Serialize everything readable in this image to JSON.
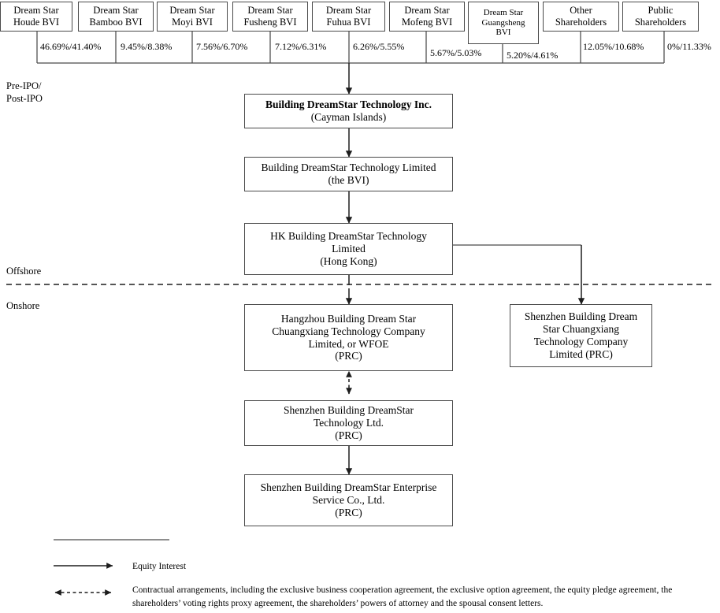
{
  "diagram": {
    "title": "Corporate Structure Chart",
    "side_labels": {
      "pre_post_ipo": "Pre-IPO/\nPost-IPO",
      "pre_post_ipo_line1": "Pre-IPO/",
      "pre_post_ipo_line2": "Post-IPO",
      "offshore": "Offshore",
      "onshore": "Onshore"
    },
    "shareholders": [
      {
        "name": "Dream Star Houde BVI",
        "line1": "Dream Star",
        "line2": "Houde BVI",
        "line3": "",
        "pct": "46.69%/41.40%"
      },
      {
        "name": "Dream Star Bamboo BVI",
        "line1": "Dream Star",
        "line2": "Bamboo BVI",
        "line3": "",
        "pct": "9.45%/8.38%"
      },
      {
        "name": "Dream Star Moyi BVI",
        "line1": "Dream Star",
        "line2": "Moyi BVI",
        "line3": "",
        "pct": "7.56%/6.70%"
      },
      {
        "name": "Dream Star Fusheng BVI",
        "line1": "Dream Star",
        "line2": "Fusheng BVI",
        "line3": "",
        "pct": "7.12%/6.31%"
      },
      {
        "name": "Dream Star Fuhua BVI",
        "line1": "Dream Star",
        "line2": "Fuhua BVI",
        "line3": "",
        "pct": "6.26%/5.55%"
      },
      {
        "name": "Dream Star Mofeng BVI",
        "line1": "Dream Star",
        "line2": "Mofeng BVI",
        "line3": "",
        "pct": "5.67%/5.03%"
      },
      {
        "name": "Dream Star Guangsheng BVI",
        "line1": "Dream  Star",
        "line2": "Guangsheng",
        "line3": "BVI",
        "pct": "5.20%/4.61%"
      },
      {
        "name": "Other Shareholders",
        "line1": "Other",
        "line2": "Shareholders",
        "line3": "",
        "pct": "12.05%/10.68%"
      },
      {
        "name": "Public Shareholders",
        "line1": "Public",
        "line2": "Shareholders",
        "line3": "",
        "pct": "0%/11.33%"
      }
    ],
    "entities": {
      "cayman": {
        "line1": "Building  DreamStar Technology Inc.",
        "line2": "(Cayman Islands)",
        "line3": "",
        "line4": ""
      },
      "bvi": {
        "line1": "Building DreamStar Technology Limited",
        "line2": "(the BVI)",
        "line3": "",
        "line4": ""
      },
      "hk": {
        "line1": "HK Building DreamStar Technology",
        "line2": "Limited",
        "line3": "(Hong Kong)",
        "line4": ""
      },
      "wfoe": {
        "line1": "Hangzhou Building Dream Star",
        "line2": "Chuangxiang  Technology Company",
        "line3": "Limited, or WFOE",
        "line4": "(PRC)"
      },
      "shenzhen_chuangxiang": {
        "line1": "Shenzhen Building Dream",
        "line2": "Star Chuangxiang",
        "line3": "Technology Company",
        "line4": "Limited (PRC)"
      },
      "shenzhen_tech": {
        "line1": "Shenzhen  Building DreamStar",
        "line2": "Technology Ltd.",
        "line3": "(PRC)",
        "line4": ""
      },
      "shenzhen_enterprise": {
        "line1": "Shenzhen  Building DreamStar Enterprise",
        "line2": "Service Co., Ltd.",
        "line3": "(PRC)",
        "line4": ""
      }
    },
    "legend": {
      "equity": "Equity Interest",
      "contractual_line1": "Contractual arrangements,  including the exclusive business cooperation agreement, the exclusive option agreement, the equity pledge",
      "contractual_line2": "agreement, the shareholders’ voting rights proxy agreement, the shareholders’ powers of attorney and the spousal consent letters."
    },
    "colors": {
      "line": "#4a4a4a",
      "text": "#000000",
      "background": "#ffffff"
    }
  }
}
